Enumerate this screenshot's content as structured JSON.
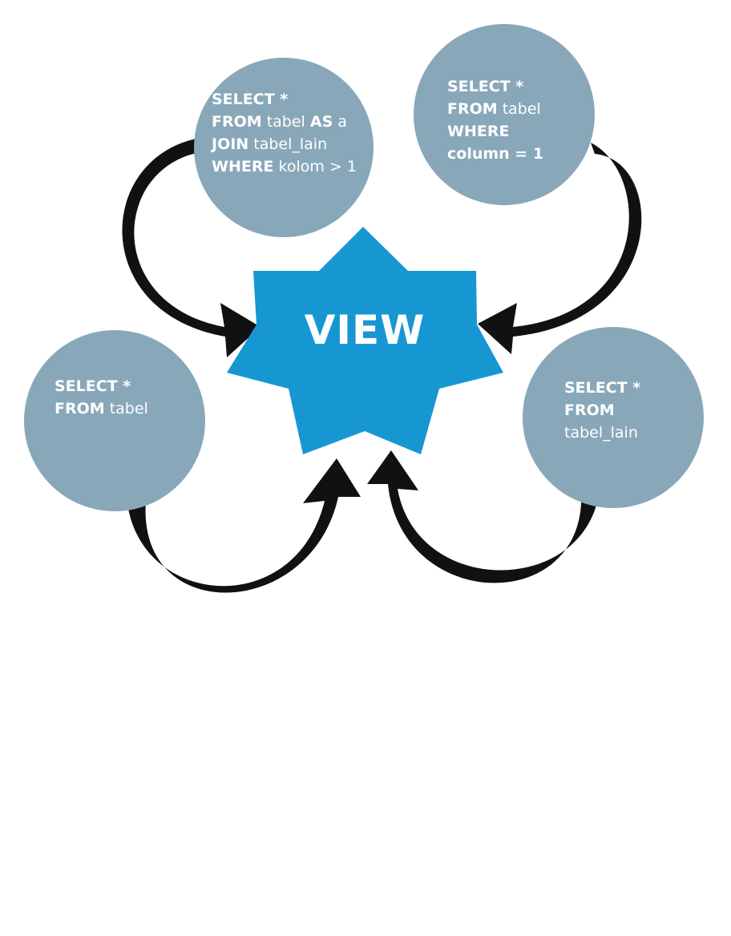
{
  "center": {
    "label": "VIEW",
    "color": "#1797d2"
  },
  "circle_color": "#88a8ba",
  "arrow_color": "#111111",
  "queries": {
    "top_left": {
      "lines": [
        {
          "kw": "SELECT *",
          "rest": ""
        },
        {
          "kw": "FROM",
          "rest": " tabel "
        },
        {
          "kw": "AS",
          "rest": " a"
        },
        {
          "kw": "JOIN",
          "rest": " tabel_lain"
        },
        {
          "kw": "WHERE",
          "rest": " kolom > 1"
        }
      ]
    },
    "top_right": {
      "lines": [
        {
          "kw": "SELECT *",
          "rest": ""
        },
        {
          "kw": "FROM",
          "rest": " tabel"
        },
        {
          "kw": "WHERE",
          "rest": ""
        },
        {
          "kw": "column = 1",
          "rest": ""
        }
      ]
    },
    "left": {
      "lines": [
        {
          "kw": "SELECT *",
          "rest": ""
        },
        {
          "kw": "FROM",
          "rest": " tabel"
        }
      ]
    },
    "right": {
      "lines": [
        {
          "kw": "SELECT *",
          "rest": ""
        },
        {
          "kw": "FROM",
          "rest": ""
        },
        {
          "kw": "",
          "rest": "tabel_lain"
        }
      ]
    }
  }
}
